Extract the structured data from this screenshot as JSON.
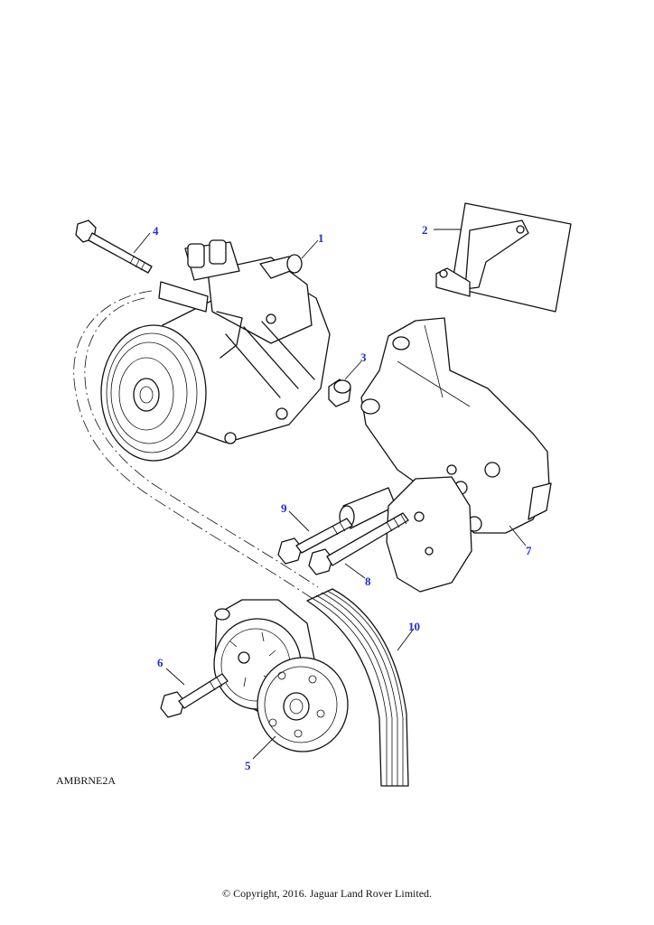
{
  "callouts": [
    "1",
    "2",
    "3",
    "4",
    "5",
    "6",
    "7",
    "8",
    "9",
    "10"
  ],
  "reference_code": "AMBRNE2A",
  "copyright": "© Copyright, 2016. Jaguar Land Rover Limited.",
  "colors": {
    "callout": "#1f2fd0",
    "line": "#111111",
    "background": "#ffffff"
  }
}
